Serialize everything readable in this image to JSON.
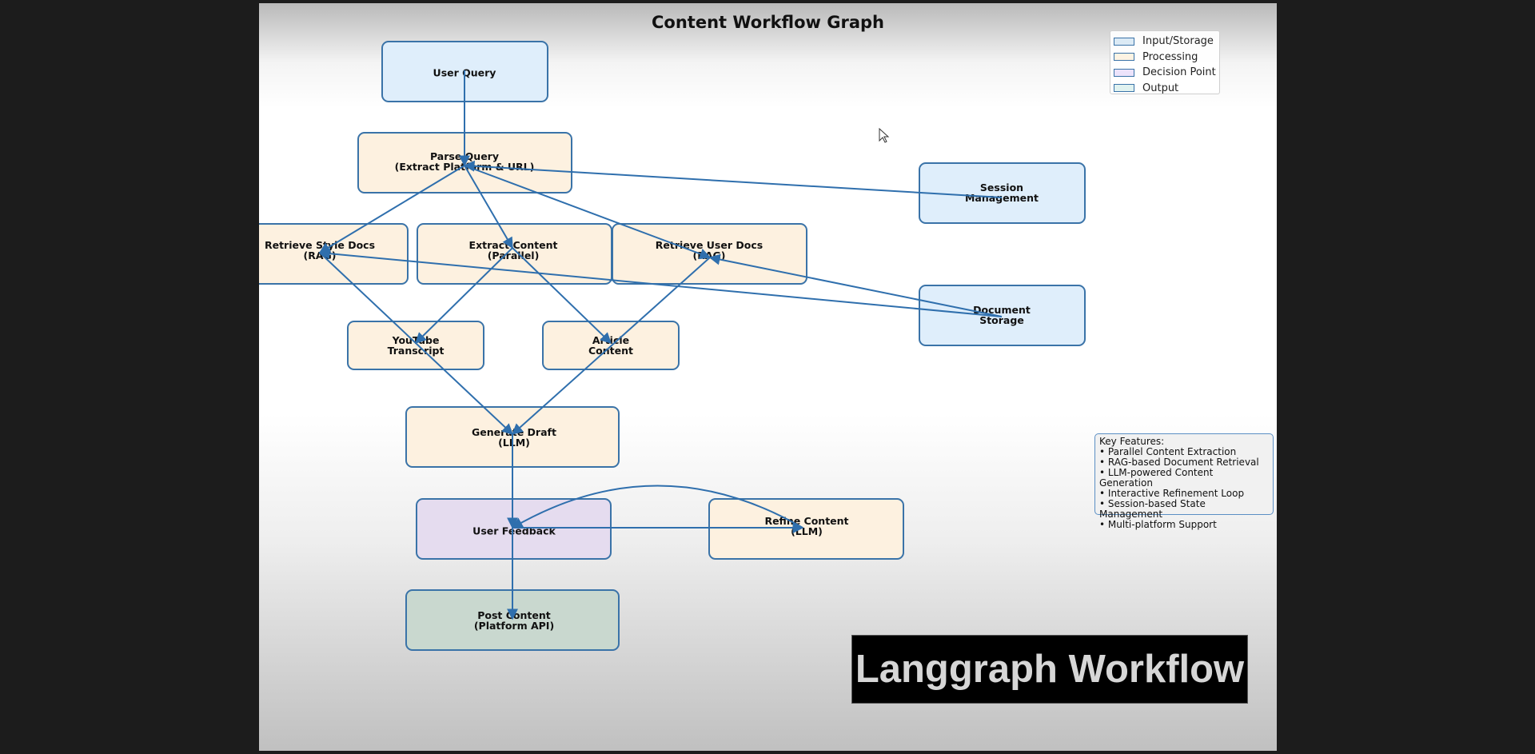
{
  "title": "Content Workflow Graph",
  "colors": {
    "input_storage": "#dfeefb",
    "processing": "#fdf1e0",
    "decision": "#e5dcef",
    "output": "#c9d8cf",
    "edge": "#2f6fad",
    "border": "#3a73a8"
  },
  "legend": [
    {
      "label": "Input/Storage",
      "category": "input_storage",
      "swatch": "#dbeaf5"
    },
    {
      "label": "Processing",
      "category": "processing",
      "swatch": "#fdf3e3"
    },
    {
      "label": "Decision Point",
      "category": "decision",
      "swatch": "#ece3fb"
    },
    {
      "label": "Output",
      "category": "output",
      "swatch": "#e0f2f0"
    }
  ],
  "nodes": [
    {
      "id": "user_query",
      "lines": [
        "User Query"
      ],
      "category": "input_storage"
    },
    {
      "id": "parse_query",
      "lines": [
        "Parse Query",
        "(Extract Platform & URL)"
      ],
      "category": "processing"
    },
    {
      "id": "session_management",
      "lines": [
        "Session",
        "Management"
      ],
      "category": "input_storage"
    },
    {
      "id": "retrieve_style_docs",
      "lines": [
        "Retrieve Style Docs",
        "(RAG)"
      ],
      "category": "processing"
    },
    {
      "id": "extract_content",
      "lines": [
        "Extract Content",
        "(Parallel)"
      ],
      "category": "processing"
    },
    {
      "id": "retrieve_user_docs",
      "lines": [
        "Retrieve User Docs",
        "(RAG)"
      ],
      "category": "processing"
    },
    {
      "id": "document_storage",
      "lines": [
        "Document",
        "Storage"
      ],
      "category": "input_storage"
    },
    {
      "id": "youtube_transcript",
      "lines": [
        "YouTube",
        "Transcript"
      ],
      "category": "processing"
    },
    {
      "id": "article_content",
      "lines": [
        "Article",
        "Content"
      ],
      "category": "processing"
    },
    {
      "id": "generate_draft",
      "lines": [
        "Generate Draft",
        "(LLM)"
      ],
      "category": "processing"
    },
    {
      "id": "user_feedback",
      "lines": [
        "User Feedback"
      ],
      "category": "decision"
    },
    {
      "id": "refine_content",
      "lines": [
        "Refine Content",
        "(LLM)"
      ],
      "category": "processing"
    },
    {
      "id": "post_content",
      "lines": [
        "Post Content",
        "(Platform API)"
      ],
      "category": "output"
    }
  ],
  "edges": [
    {
      "from": "user_query",
      "to": "parse_query"
    },
    {
      "from": "session_management",
      "to": "parse_query"
    },
    {
      "from": "parse_query",
      "to": "retrieve_style_docs"
    },
    {
      "from": "parse_query",
      "to": "extract_content"
    },
    {
      "from": "parse_query",
      "to": "retrieve_user_docs"
    },
    {
      "from": "document_storage",
      "to": "retrieve_style_docs"
    },
    {
      "from": "document_storage",
      "to": "retrieve_user_docs"
    },
    {
      "from": "extract_content",
      "to": "youtube_transcript"
    },
    {
      "from": "extract_content",
      "to": "article_content"
    },
    {
      "from": "retrieve_style_docs",
      "to": "generate_draft"
    },
    {
      "from": "retrieve_user_docs",
      "to": "generate_draft"
    },
    {
      "from": "generate_draft",
      "to": "user_feedback"
    },
    {
      "from": "user_feedback",
      "to": "refine_content"
    },
    {
      "from": "refine_content",
      "to": "user_feedback",
      "curved": true
    },
    {
      "from": "user_feedback",
      "to": "post_content"
    }
  ],
  "features": {
    "heading": "Key Features:",
    "items": [
      "Parallel Content Extraction",
      "RAG-based Document Retrieval",
      "LLM-powered Content Generation",
      "Interactive Refinement Loop",
      "Session-based State Management",
      "Multi-platform Support"
    ]
  },
  "banner": "Langgraph Workflow"
}
